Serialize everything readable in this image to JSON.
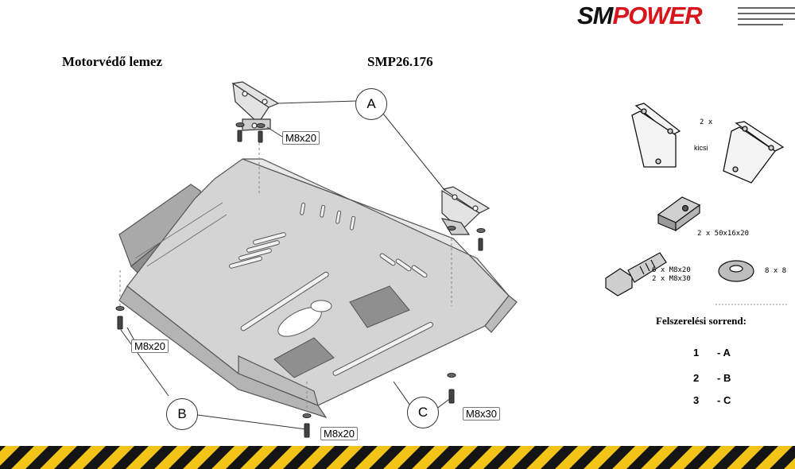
{
  "brand": {
    "logo_part1": "SM",
    "logo_part2": "POWER"
  },
  "header": {
    "title": "Motorvédő lemez",
    "code": "SMP26.176"
  },
  "callouts": {
    "a": "A",
    "b": "B",
    "c": "C"
  },
  "bolt_labels": {
    "top": "M8x20",
    "left": "M8x20",
    "bottom": "M8x20",
    "right": "M8x30"
  },
  "legend": {
    "bracket_qty": "2 x",
    "bracket_name": "kicsi",
    "spacer": "2  x    50x16x20",
    "bolts_line1": "6  x    M8x20",
    "bolts_line2": "2  x    M8x30",
    "washers": "8  x   8"
  },
  "sequence": {
    "heading": "Felszerelési sorrend:",
    "steps": [
      {
        "num": "1",
        "letter": "- A"
      },
      {
        "num": "2",
        "letter": "- B"
      },
      {
        "num": "3",
        "letter": "- C"
      }
    ]
  },
  "colors": {
    "stripe_yellow": "#f2c418",
    "stripe_black": "#141414",
    "brand_red": "#d8141c"
  }
}
